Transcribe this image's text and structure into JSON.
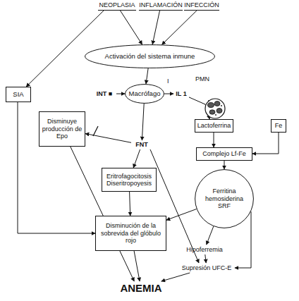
{
  "diagram": {
    "nodes": [
      {
        "text": [
          "NEOPLASIA"
        ]
      },
      {
        "text": [
          "INFLAMACIÓN"
        ]
      },
      {
        "text": [
          "INFECCIÓN"
        ]
      },
      {
        "text": [
          "Activación del sistema inmune"
        ]
      },
      {
        "text": [
          "SIA"
        ]
      },
      {
        "text": [
          "INT ■"
        ]
      },
      {
        "text": [
          "Macrófago"
        ]
      },
      {
        "text": [
          "IL 1"
        ]
      },
      {
        "text": [
          "Lactoferrina"
        ]
      },
      {
        "text": [
          "Fe"
        ]
      },
      {
        "text": [
          "Disminuye producción de Epo"
        ]
      },
      {
        "text": [
          "FNT"
        ]
      },
      {
        "text": [
          "Complejo Lf-Fe"
        ]
      },
      {
        "text": [
          "Eritrofagocitosis Diseritropoyesis"
        ]
      },
      {
        "text": [
          "Ferritina hemosiderina SRF"
        ]
      },
      {
        "text": [
          "Disminución de la sobrevida del glóbulo rojo"
        ]
      },
      {
        "text": [
          "Hipoferremia"
        ]
      },
      {
        "text": [
          "Supresión UFC-E"
        ]
      },
      {
        "text": [
          "ANEMIA"
        ]
      }
    ],
    "edges": [
      {
        "from": 0,
        "to": 3,
        "arrow": "to"
      },
      {
        "from": 1,
        "to": 3,
        "arrow": "to"
      },
      {
        "from": 2,
        "to": 3,
        "arrow": "to"
      },
      {
        "from": 0,
        "to": 4,
        "arrow": "to"
      },
      {
        "from": 3,
        "to": 6,
        "arrow": "to"
      },
      {
        "from": 5,
        "to": 6,
        "arrow": "to"
      },
      {
        "from": 6,
        "to": 7,
        "label": "I",
        "arrow": "to"
      },
      {
        "from": 7,
        "to": 8,
        "arrow": "to"
      },
      {
        "from": 8,
        "to": 12,
        "arrow": "to"
      },
      {
        "from": 9,
        "to": 12,
        "arrow": "to"
      },
      {
        "from": 12,
        "to": 14,
        "arrow": "to"
      },
      {
        "from": 6,
        "to": 11,
        "arrow": "to"
      },
      {
        "from": 11,
        "to": 10,
        "arrow": "to"
      },
      {
        "from": 11,
        "to": 13,
        "arrow": "to"
      },
      {
        "from": 13,
        "to": 15,
        "arrow": "to"
      },
      {
        "from": 11,
        "to": 17,
        "arrow": "to"
      },
      {
        "from": 4,
        "to": 15,
        "arrow": "to"
      },
      {
        "from": 10,
        "to": 18,
        "arrow": "to"
      },
      {
        "from": 15,
        "to": 18,
        "arrow": "to"
      },
      {
        "from": 14,
        "to": 16,
        "arrow": "to"
      },
      {
        "from": 14,
        "to": 17,
        "arrow": "to"
      },
      {
        "from": 16,
        "to": 17,
        "arrow": "to"
      },
      {
        "from": 17,
        "to": 18,
        "arrow": "to"
      },
      {
        "from": 14,
        "to": 15,
        "arrow": "to"
      }
    ],
    "labels": [
      "PMN"
    ]
  }
}
